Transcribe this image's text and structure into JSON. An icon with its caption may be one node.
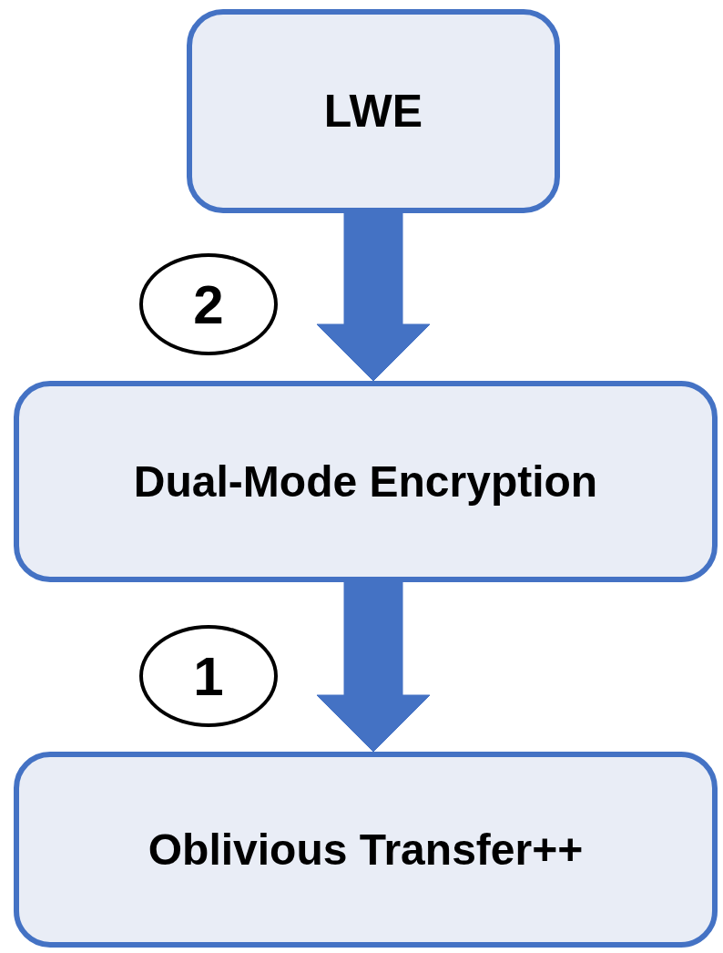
{
  "diagram": {
    "nodes": [
      {
        "text": [
          "LWE"
        ]
      },
      {
        "text": [
          "2"
        ]
      },
      {
        "text": [
          "Dual-Mode Encryption"
        ]
      },
      {
        "text": [
          "1"
        ]
      },
      {
        "text": [
          "Oblivious Transfer++"
        ]
      }
    ],
    "edges": [
      {
        "from": 0,
        "to": 2,
        "arrow": "to",
        "style": "thick"
      },
      {
        "from": 2,
        "to": 4,
        "arrow": "to",
        "style": "thick"
      }
    ]
  }
}
